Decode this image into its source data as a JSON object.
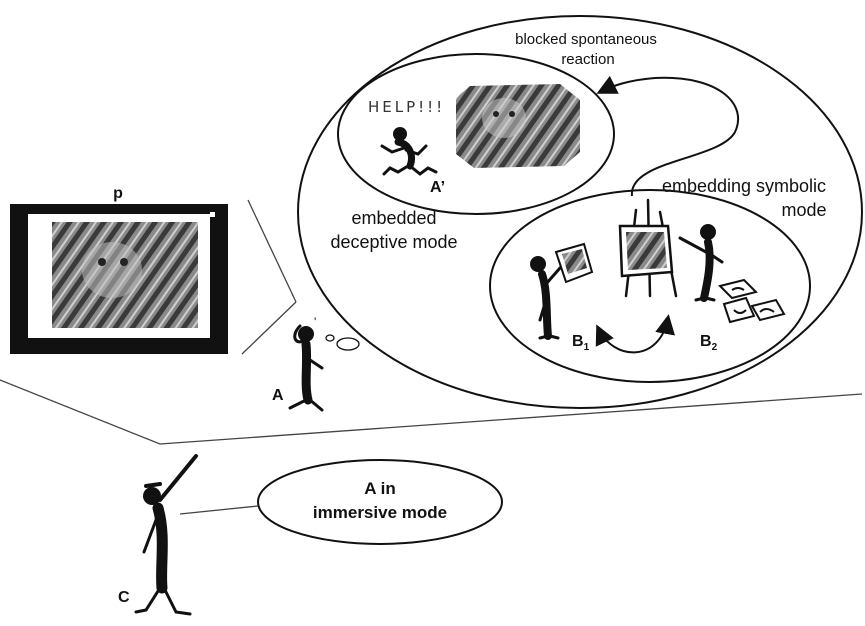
{
  "labels": {
    "p": "p",
    "blocked_line1": "blocked spontaneous",
    "blocked_line2": "reaction",
    "help": "HELP!!!",
    "a_prime": "A’",
    "embedded_line1": "embedded",
    "embedded_line2": "deceptive mode",
    "embedding_line1": "embedding symbolic",
    "embedding_line2": "mode",
    "b1": "B",
    "b1_sub": "1",
    "b2": "B",
    "b2_sub": "2",
    "a": "A",
    "immersive_line1": "A in",
    "immersive_line2": "immersive mode",
    "c": "C"
  },
  "icons": {
    "picture_frame": "framed-tiger-photo",
    "tiger": "tiger-photo",
    "thought": "thought-bubble",
    "easel": "easel-painting"
  }
}
